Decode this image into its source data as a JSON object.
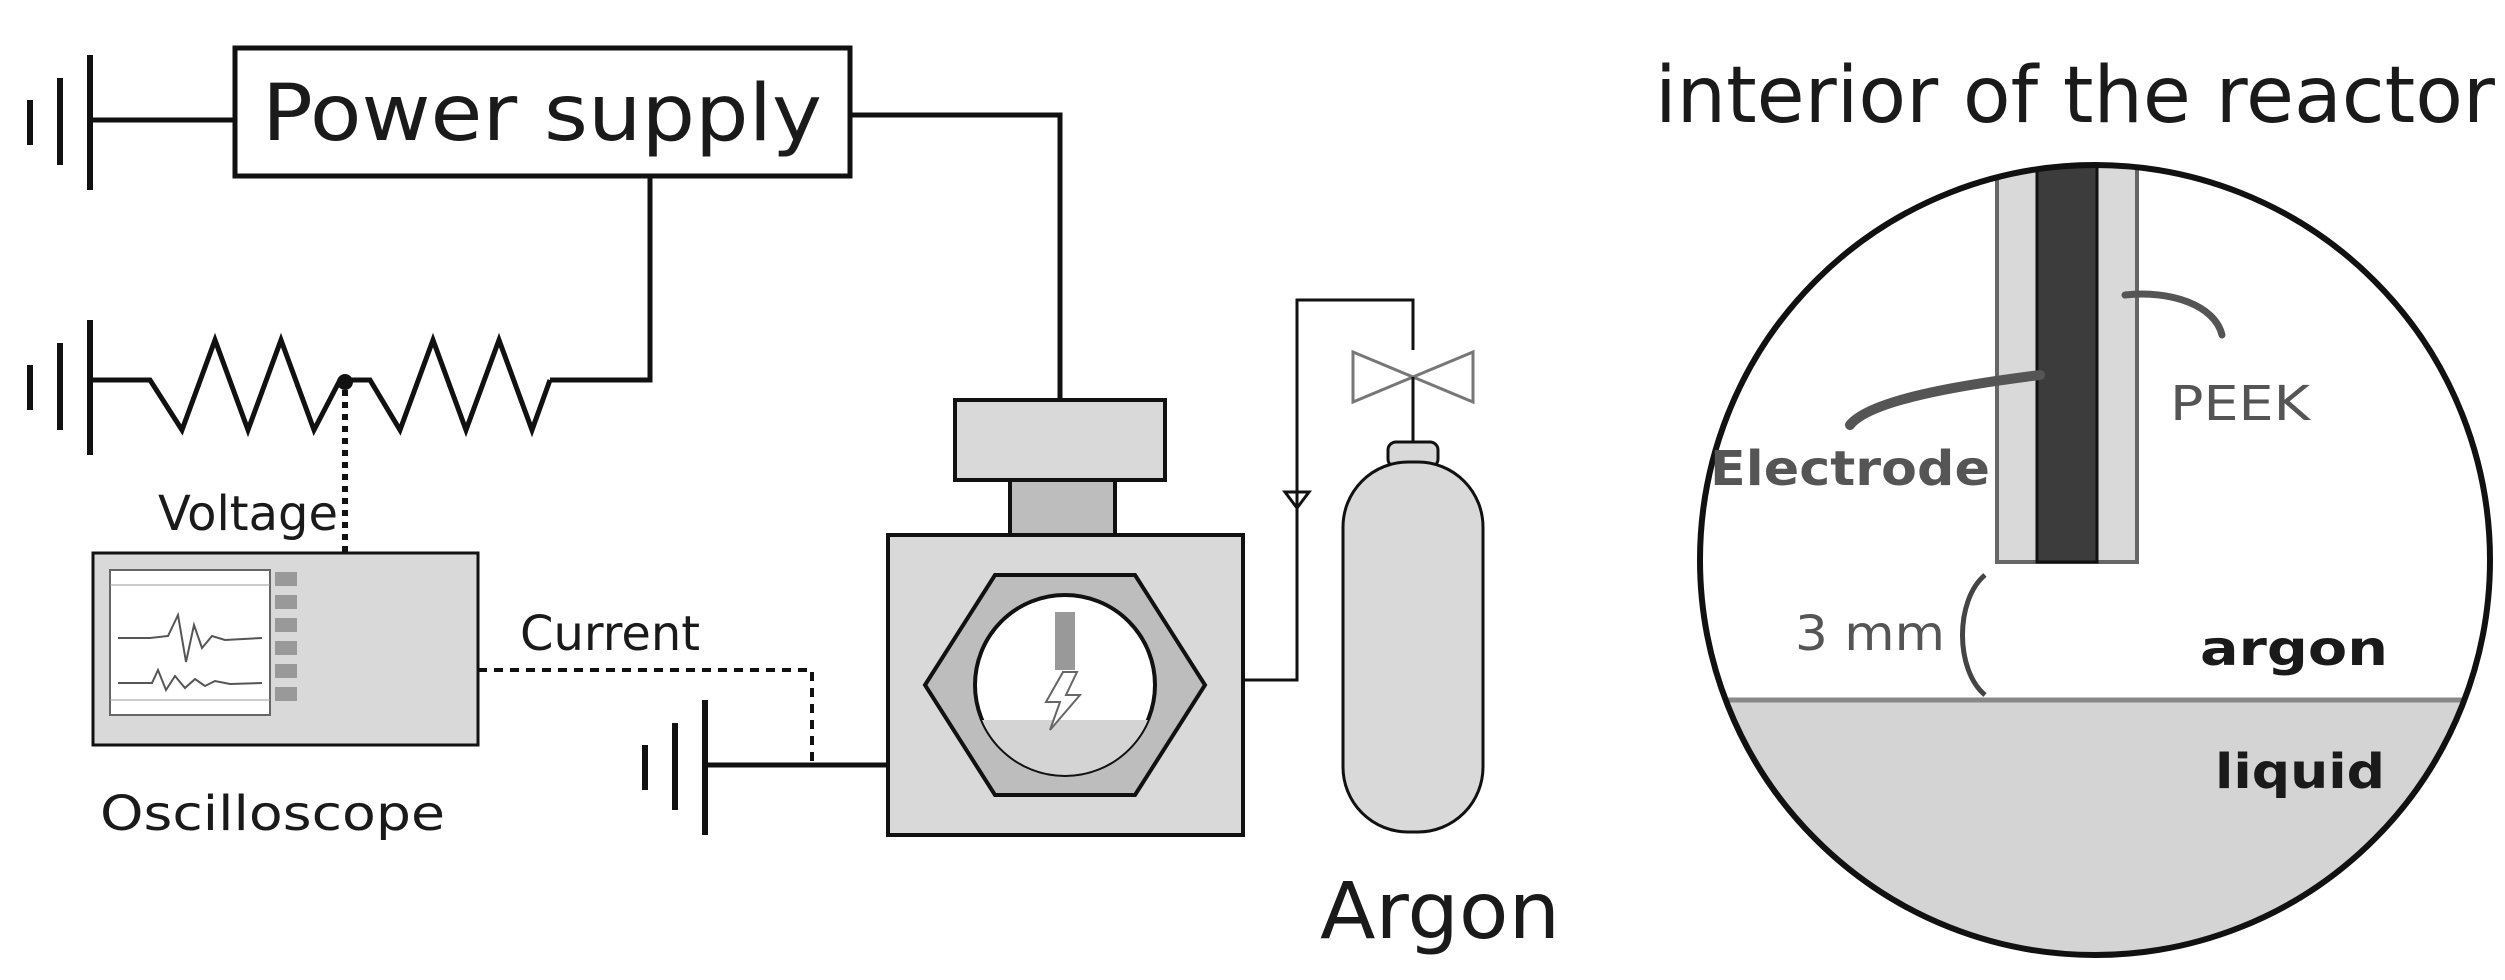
{
  "labels": {
    "power_supply": "Power supply",
    "voltage": "Voltage",
    "current": "Current",
    "oscilloscope": "Oscilloscope",
    "argon_bottle": "Argon",
    "interior_title": "interior  of the reactor",
    "electrode": "Electrode",
    "peek": "PEEK",
    "gap": "3 mm",
    "argon_region": "argon",
    "liquid_region": "liquid"
  },
  "colors": {
    "line": "#111111",
    "fill_light": "#d9d9d9",
    "fill_mid": "#bdbdbd",
    "fill_dark": "#3c3c3c",
    "liquid": "#d4d4d4",
    "label_gray": "#555555"
  }
}
